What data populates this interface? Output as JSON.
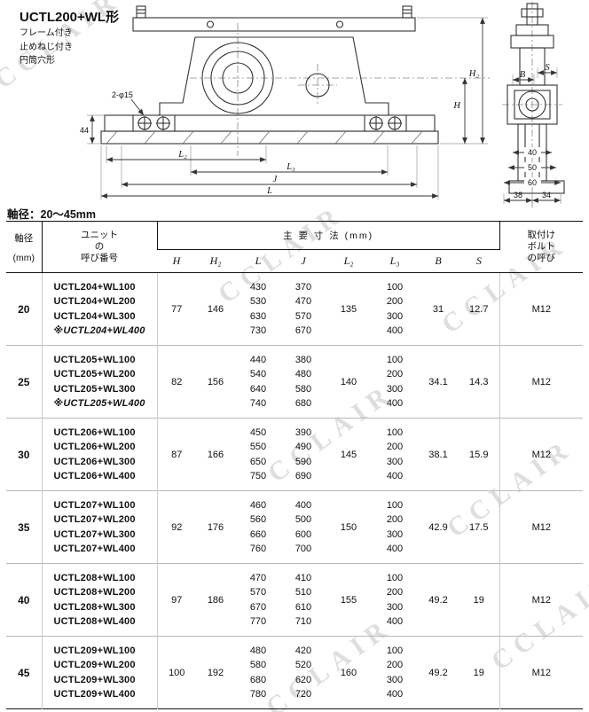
{
  "watermark": "CCLAIR",
  "header": {
    "title": "UCTL200+WL形",
    "features": [
      "フレーム付き",
      "止めねじ付き",
      "円筒穴形"
    ]
  },
  "shaft_note": "軸径：20〜45mm",
  "drawing": {
    "labels": {
      "holes": "2-φ15",
      "dim_44": "44",
      "dim_L2": "L₂",
      "dim_L3": "L₃",
      "dim_J": "J",
      "dim_L": "L",
      "dim_H": "H",
      "dim_H2": "H₂",
      "dim_B": "B",
      "dim_S": "S",
      "dim_40": "40",
      "dim_50": "50",
      "dim_60": "60",
      "dim_38": "38",
      "dim_34": "34"
    }
  },
  "table": {
    "col_shaft_line1": "軸径",
    "col_shaft_line2": "(mm)",
    "col_unit_lines": [
      "ユニット",
      "の",
      "呼び番号"
    ],
    "col_dims_group": "主 要 寸 法 (mm)",
    "dim_columns": [
      "H",
      "H₂",
      "L",
      "J",
      "L₂",
      "L₃",
      "B",
      "S"
    ],
    "col_bolt_lines": [
      "取付け",
      "ボルト",
      "の呼び"
    ],
    "rows": [
      {
        "shaft": "20",
        "units": [
          "UCTL204+WL100",
          "UCTL204+WL200",
          "UCTL204+WL300",
          "※UCTL204+WL400"
        ],
        "H": "77",
        "H2": "146",
        "L": [
          "430",
          "530",
          "630",
          "730"
        ],
        "J": [
          "370",
          "470",
          "570",
          "670"
        ],
        "L2": "135",
        "L3": [
          "100",
          "200",
          "300",
          "400"
        ],
        "B": "31",
        "S": "12.7",
        "bolt": "M12"
      },
      {
        "shaft": "25",
        "units": [
          "UCTL205+WL100",
          "UCTL205+WL200",
          "UCTL205+WL300",
          "※UCTL205+WL400"
        ],
        "H": "82",
        "H2": "156",
        "L": [
          "440",
          "540",
          "640",
          "740"
        ],
        "J": [
          "380",
          "480",
          "580",
          "680"
        ],
        "L2": "140",
        "L3": [
          "100",
          "200",
          "300",
          "400"
        ],
        "B": "34.1",
        "S": "14.3",
        "bolt": "M12"
      },
      {
        "shaft": "30",
        "units": [
          "UCTL206+WL100",
          "UCTL206+WL200",
          "UCTL206+WL300",
          "UCTL206+WL400"
        ],
        "H": "87",
        "H2": "166",
        "L": [
          "450",
          "550",
          "650",
          "750"
        ],
        "J": [
          "390",
          "490",
          "590",
          "690"
        ],
        "L2": "145",
        "L3": [
          "100",
          "200",
          "300",
          "400"
        ],
        "B": "38.1",
        "S": "15.9",
        "bolt": "M12"
      },
      {
        "shaft": "35",
        "units": [
          "UCTL207+WL100",
          "UCTL207+WL200",
          "UCTL207+WL300",
          "UCTL207+WL400"
        ],
        "H": "92",
        "H2": "176",
        "L": [
          "460",
          "560",
          "660",
          "760"
        ],
        "J": [
          "400",
          "500",
          "600",
          "700"
        ],
        "L2": "150",
        "L3": [
          "100",
          "200",
          "300",
          "400"
        ],
        "B": "42.9",
        "S": "17.5",
        "bolt": "M12"
      },
      {
        "shaft": "40",
        "units": [
          "UCTL208+WL100",
          "UCTL208+WL200",
          "UCTL208+WL300",
          "UCTL208+WL400"
        ],
        "H": "97",
        "H2": "186",
        "L": [
          "470",
          "570",
          "670",
          "770"
        ],
        "J": [
          "410",
          "510",
          "610",
          "710"
        ],
        "L2": "155",
        "L3": [
          "100",
          "200",
          "300",
          "400"
        ],
        "B": "49.2",
        "S": "19",
        "bolt": "M12"
      },
      {
        "shaft": "45",
        "units": [
          "UCTL209+WL100",
          "UCTL209+WL200",
          "UCTL209+WL300",
          "UCTL209+WL400"
        ],
        "H": "100",
        "H2": "192",
        "L": [
          "480",
          "580",
          "680",
          "780"
        ],
        "J": [
          "420",
          "520",
          "620",
          "720"
        ],
        "L2": "160",
        "L3": [
          "100",
          "200",
          "300",
          "400"
        ],
        "B": "49.2",
        "S": "19",
        "bolt": "M12"
      }
    ]
  }
}
